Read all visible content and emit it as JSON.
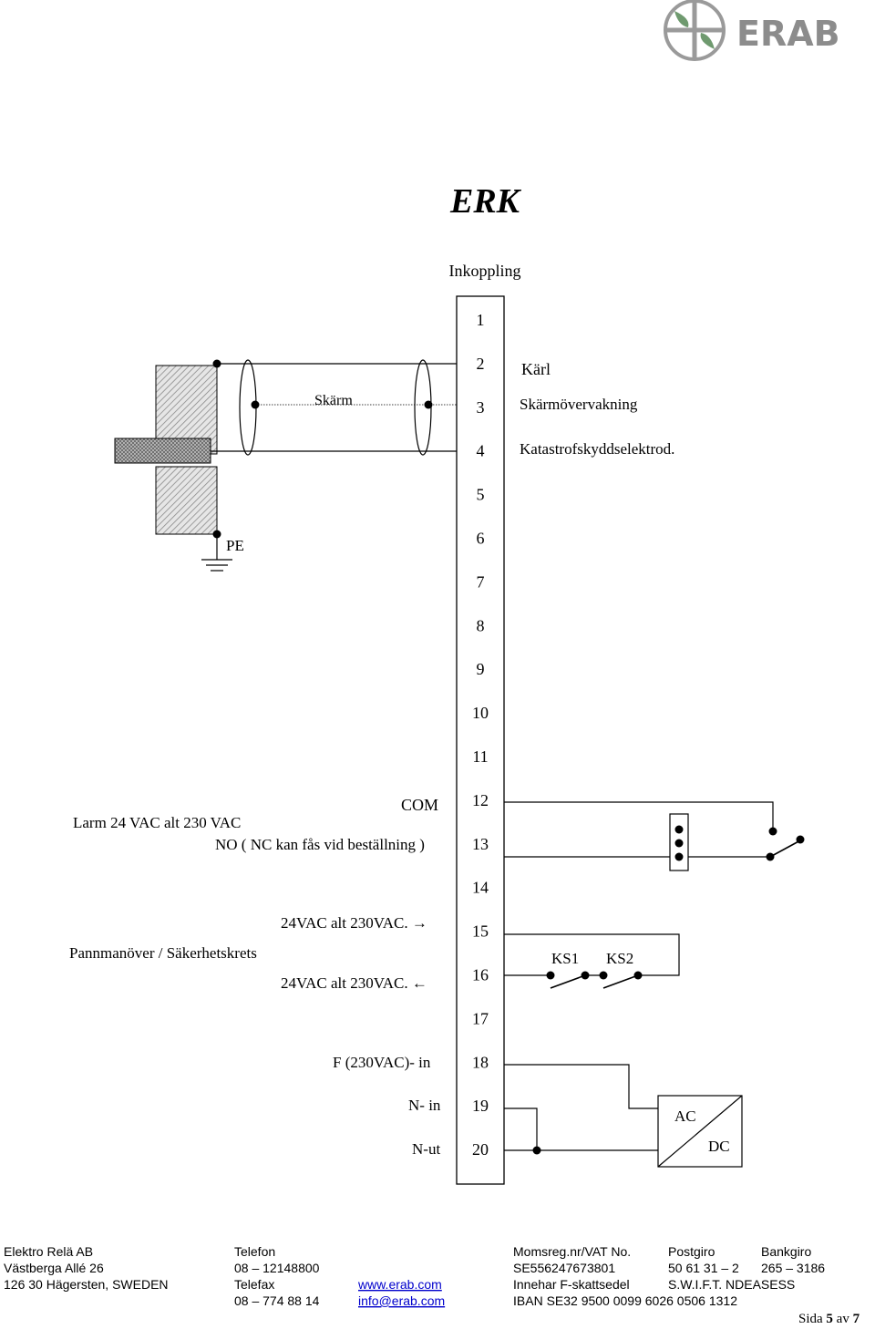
{
  "logo": {
    "text": "ERAB",
    "color": "#8c8c8c"
  },
  "title": "ERK",
  "subtitle": "Inkoppling",
  "terminals": [
    "1",
    "2",
    "3",
    "4",
    "5",
    "6",
    "7",
    "8",
    "9",
    "10",
    "11",
    "12",
    "13",
    "14",
    "15",
    "16",
    "17",
    "18",
    "19",
    "20"
  ],
  "labels": {
    "skarm": "Skärm",
    "karl": "Kärl",
    "skarmovervakning": "Skärmövervakning",
    "katastrof": "Katastrofskyddselektrod.",
    "pe": "PE",
    "com": "COM",
    "larm": "Larm 24 VAC alt 230 VAC",
    "no": "NO ( NC kan fås vid beställning )",
    "pann": "Pannmanöver / Säkerhetskrets",
    "vac_in": "24VAC alt 230VAC. →",
    "vac_out": "24VAC alt 230VAC. ←",
    "ks1": "KS1",
    "ks2": "KS2",
    "f_in": "F (230VAC)- in",
    "n_in": "N- in",
    "n_ut": "N-ut",
    "ac": "AC",
    "dc": "DC"
  },
  "footer": {
    "col1": [
      "Elektro Relä AB",
      "Västberga Allé 26",
      "126 30  Hägersten, SWEDEN"
    ],
    "col2": [
      "Telefon",
      "08 – 12148800",
      "Telefax",
      "08 – 774 88 14"
    ],
    "col3": [
      "www.erab.com",
      "info@erab.com"
    ],
    "col4": [
      "Momsreg.nr/VAT No.",
      "SE556247673801",
      "Innehar F-skattsedel",
      "IBAN SE32 9500 0099 6026 0506 1312"
    ],
    "col5": [
      "Postgiro",
      "50 61 31 – 2",
      "S.W.I.F.T. NDEASESS"
    ],
    "col6": [
      "Bankgiro",
      "265 – 3186"
    ],
    "page_prefix": "Sida ",
    "page_num": "5",
    "page_mid": " av ",
    "page_total": "7"
  }
}
